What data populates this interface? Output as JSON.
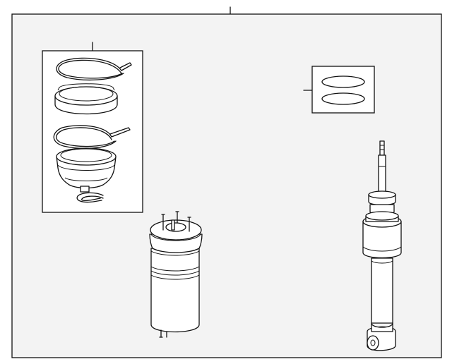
{
  "colors": {
    "panel_background": "#f3f3f3",
    "box_background": "#ffffff",
    "line": "#111111"
  },
  "parts": [
    {
      "id": "mount-kit",
      "icon": "rubber-mount-seat-kit-icon"
    },
    {
      "id": "seal-rings",
      "icon": "o-ring-pair-icon"
    },
    {
      "id": "air-spring",
      "icon": "air-spring-bellows-icon"
    },
    {
      "id": "shock-absorber",
      "icon": "shock-absorber-icon"
    }
  ]
}
